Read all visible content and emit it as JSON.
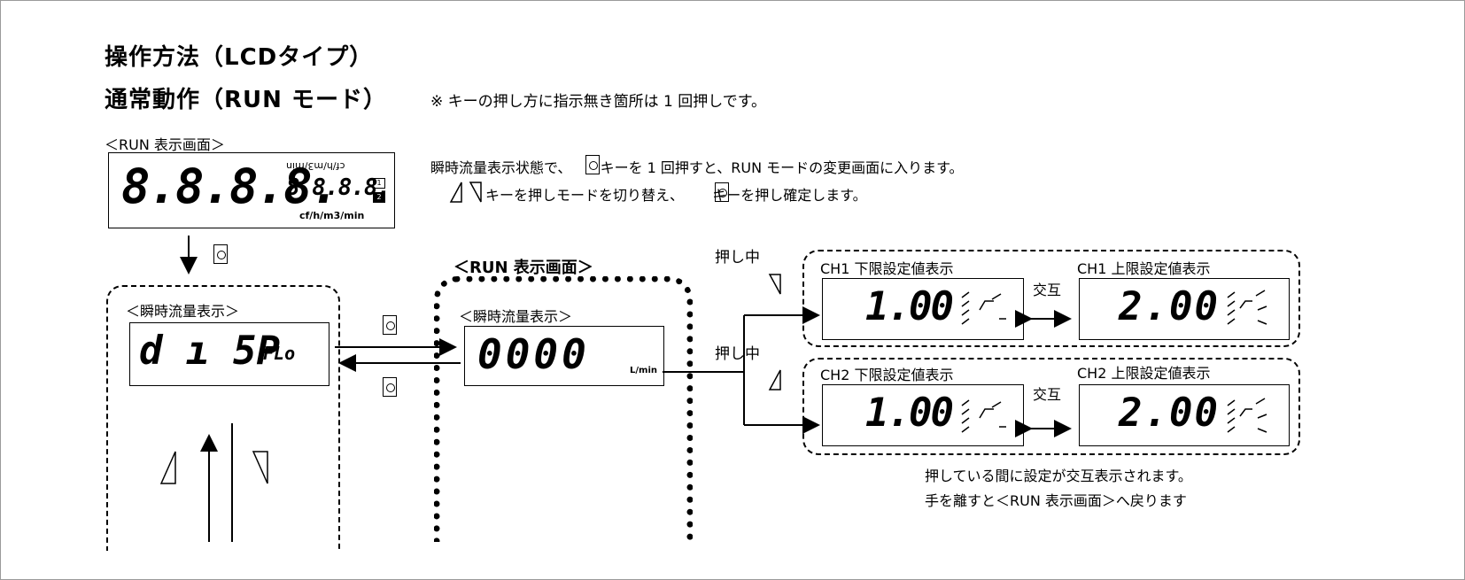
{
  "heading": {
    "line1": "操作方法（LCDタイプ）",
    "line2": "通常動作（RUN モード）"
  },
  "note": "※ キーの押し方に指示無き箇所は 1 回押しです。",
  "run_screen_label": "＜RUN 表示画面＞",
  "run_screen_label_bold": "＜RUN 表示画面＞",
  "instructions": {
    "line1a": "瞬時流量表示状態で、",
    "line1b": "キーを 1 回押すと、RUN モードの変更画面に入ります。",
    "line2a": "キーを押しモードを切り替え、",
    "line2b": "キーを押し確定します。"
  },
  "lcd_sample": {
    "digits": "8.8.8.8.",
    "sub_digits": "8.8.8.8.",
    "unit_top": "cf/h/m3/min",
    "unit_bottom": "cf/h/m3/min",
    "ch1": "1",
    "ch2": "2"
  },
  "disp_box": {
    "label": "＜瞬時流量表示＞",
    "main": "d ı 5P",
    "sub": "FLo"
  },
  "flow_box": {
    "label": "＜瞬時流量表示＞",
    "value": "0000",
    "unit": "L/min"
  },
  "press_hold_1": "押し中",
  "press_hold_2": "押し中",
  "ch_panels": [
    {
      "left_title": "CH1 下限設定値表示",
      "left_value": "1.00",
      "alt": "交互",
      "right_title": "CH1 上限設定値表示",
      "right_value": "2.00"
    },
    {
      "left_title": "CH2 下限設定値表示",
      "left_value": "1.00",
      "alt": "交互",
      "right_title": "CH2 上限設定値表示",
      "right_value": "2.00"
    }
  ],
  "footer": {
    "line1": "押している間に設定が交互表示されます。",
    "line2": "手を離すと＜RUN 表示画面＞へ戻ります"
  },
  "icons": [
    "ok-key-icon",
    "up-key-icon",
    "down-key-icon",
    "arrow-icon"
  ]
}
